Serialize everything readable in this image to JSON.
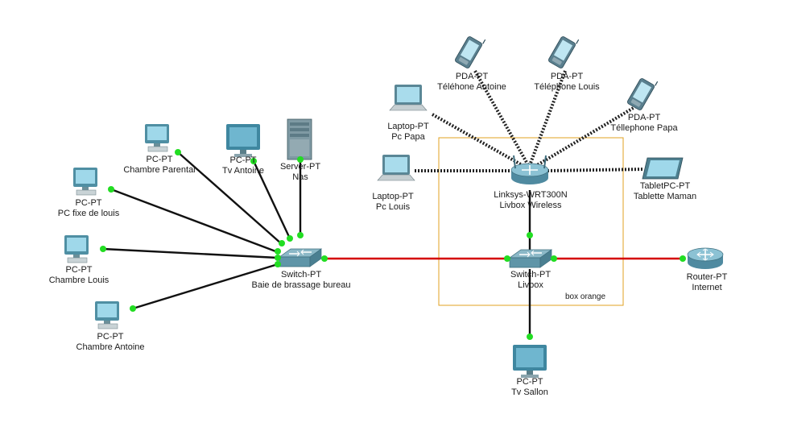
{
  "devices": {
    "pc_parental": {
      "line1": "PC-PT",
      "line2": "Chambre Parental"
    },
    "pc_tv_antoine": {
      "line1": "PC-PT",
      "line2": "Tv Antoine"
    },
    "server_nas": {
      "line1": "Server-PT",
      "line2": "Nas"
    },
    "pc_louis_fixe": {
      "line1": "PC-PT",
      "line2": "PC fixe de louis"
    },
    "pc_ch_louis": {
      "line1": "PC-PT",
      "line2": "Chambre Louis"
    },
    "pc_ch_antoine": {
      "line1": "PC-PT",
      "line2": "Chambre Antoine"
    },
    "switch_bureau": {
      "line1": "Switch-PT",
      "line2": "Baie de brassage bureau"
    },
    "pda_antoine": {
      "line1": "PDA-PT",
      "line2": "Téléhone Antoine"
    },
    "pda_louis": {
      "line1": "PDA-PT",
      "line2": "Téléphone Louis"
    },
    "pda_papa": {
      "line1": "PDA-PT",
      "line2": "Téllephone Papa"
    },
    "laptop_papa": {
      "line1": "Laptop-PT",
      "line2": "Pc Papa"
    },
    "laptop_louis": {
      "line1": "Laptop-PT",
      "line2": "Pc Louis"
    },
    "tablet_maman": {
      "line1": "TabletPC-PT",
      "line2": "Tablette Maman"
    },
    "wrt300n": {
      "line1": "Linksys-WRT300N",
      "line2": "Livbox Wireless"
    },
    "switch_livbox": {
      "line1": "Switch-PT",
      "line2": "Livbox"
    },
    "router_internet": {
      "line1": "Router-PT",
      "line2": "Internet"
    },
    "pc_tv_sallon": {
      "line1": "PC-PT",
      "line2": "Tv Sallon"
    }
  },
  "group_box": {
    "label": "box orange"
  },
  "colors": {
    "ethernet": "#111111",
    "uplink": "#d40000",
    "link_up": "#22dd22",
    "box_border": "#e0a020",
    "device": "#5fa3b8"
  }
}
